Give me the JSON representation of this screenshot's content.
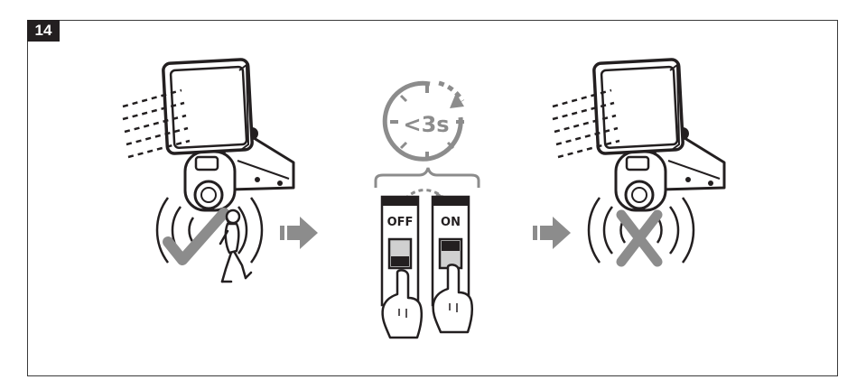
{
  "step": {
    "number": "14"
  },
  "timer": {
    "label": "<3s"
  },
  "switches": {
    "off_label": "OFF",
    "on_label": "ON"
  },
  "colors": {
    "ink": "#231f20",
    "gray": "#8c8c8c",
    "light_gray": "#c8c8c8",
    "badge": "#231f20"
  },
  "icons": [
    "floodlight-icon",
    "motion-waves-icon",
    "check-icon",
    "walking-person-icon",
    "arrow-right-icon",
    "timer-icon",
    "breaker-switch-icon",
    "hand-icon",
    "cross-icon"
  ]
}
